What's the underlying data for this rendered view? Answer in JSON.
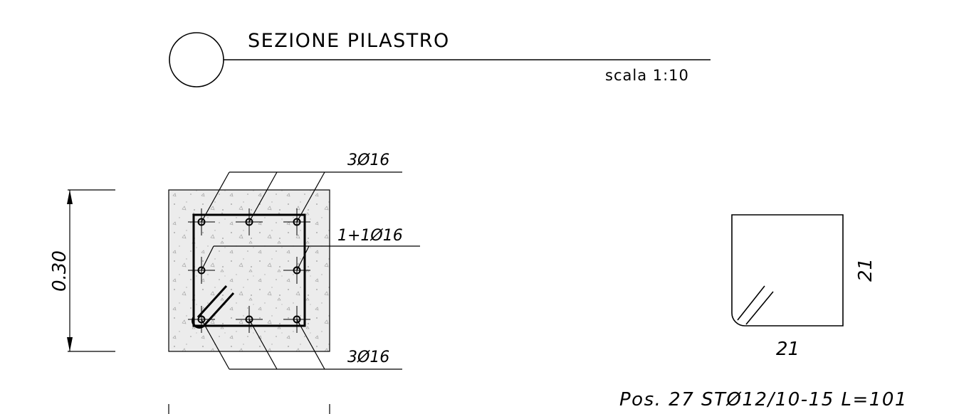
{
  "title": {
    "heading": "SEZIONE PILASTRO",
    "scale": "scala 1:10"
  },
  "section": {
    "top_bars": "3Ø16",
    "side_bars": "1+1Ø16",
    "bottom_bars": "3Ø16",
    "height_dim": "0.30"
  },
  "stirrup": {
    "side_dim": "21",
    "bottom_dim": "21",
    "position_label": "Pos. 27 STØ12/10-15 L=101"
  }
}
